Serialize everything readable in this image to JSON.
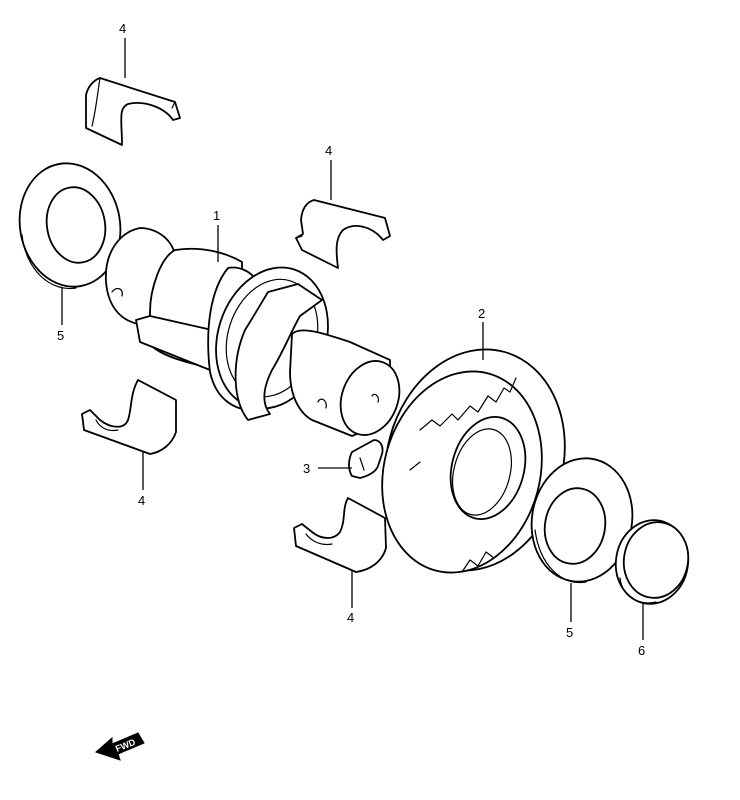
{
  "callouts": {
    "shaft": "1",
    "gear": "2",
    "key": "3",
    "bearing_top_left": "4",
    "bearing_top_right": "4",
    "bearing_bottom_left": "4",
    "bearing_bottom_right": "4",
    "washer_left": "5",
    "washer_right": "5",
    "cap": "6"
  },
  "fwd_label": "FWD",
  "colors": {
    "line": "#000000",
    "background": "#ffffff"
  }
}
